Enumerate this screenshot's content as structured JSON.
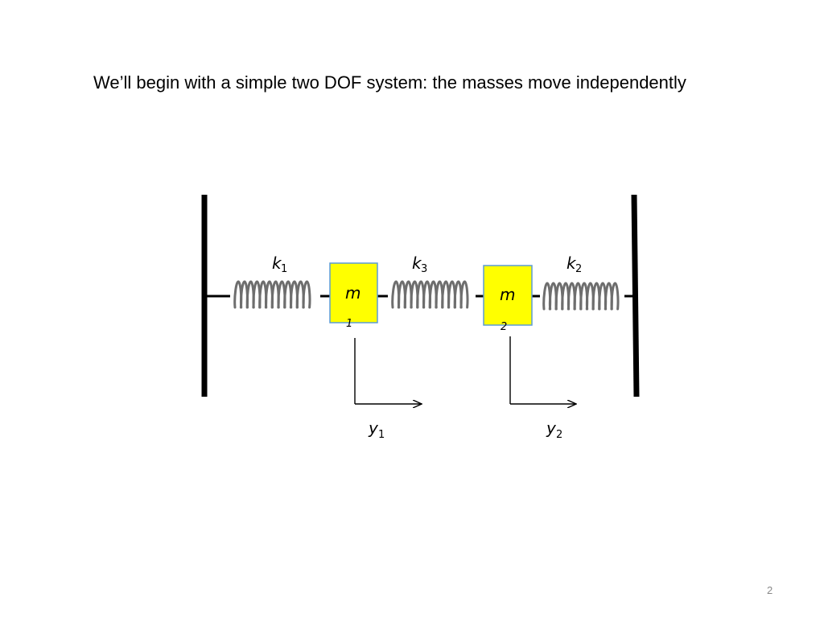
{
  "slide": {
    "title": "We’ll begin with a simple two DOF system: the masses move independently",
    "page_number": "2"
  },
  "colors": {
    "mass_fill": "#ffff00",
    "mass_border": "#5b9bd5",
    "wall": "#000000",
    "spring": "#6e6e6e"
  },
  "diagram": {
    "springs": [
      {
        "id": "k1",
        "symbol": "k",
        "subscript": "1"
      },
      {
        "id": "k3",
        "symbol": "k",
        "subscript": "3"
      },
      {
        "id": "k2",
        "symbol": "k",
        "subscript": "2"
      }
    ],
    "masses": [
      {
        "id": "m1",
        "symbol": "m",
        "subscript": "1"
      },
      {
        "id": "m2",
        "symbol": "m",
        "subscript": "2"
      }
    ],
    "displacements": [
      {
        "id": "y1",
        "symbol": "y",
        "subscript": "1"
      },
      {
        "id": "y2",
        "symbol": "y",
        "subscript": "2"
      }
    ]
  }
}
